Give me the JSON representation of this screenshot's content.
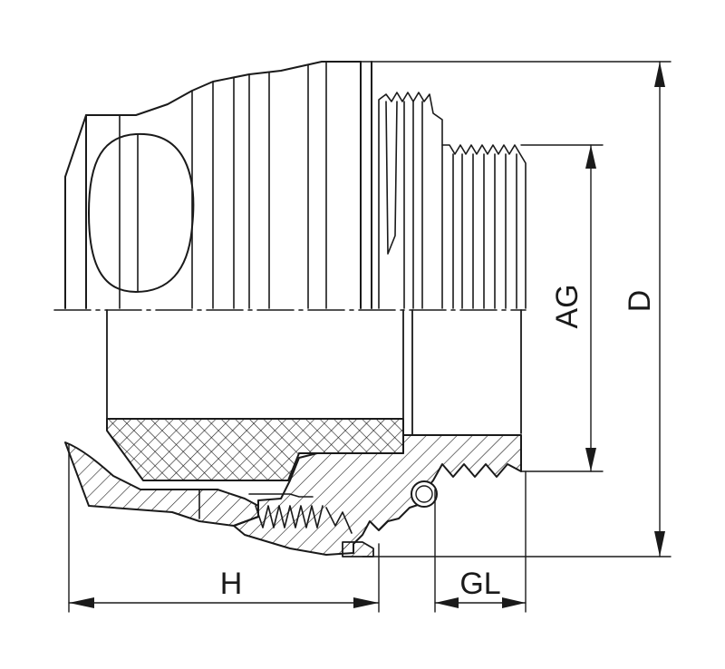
{
  "dimensions": {
    "h": "H",
    "gl": "GL",
    "ag": "AG",
    "d": "D"
  },
  "colors": {
    "line": "#1a1a1a",
    "background": "#ffffff"
  }
}
